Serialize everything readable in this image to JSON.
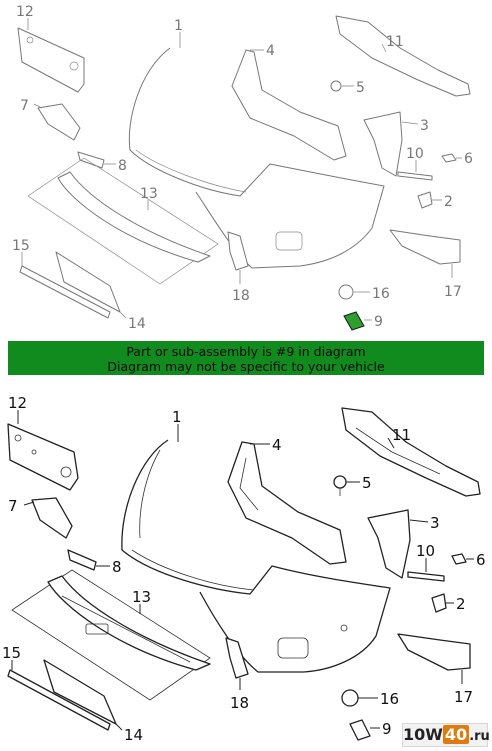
{
  "banner": {
    "line1": "Part or sub-assembly is #9 in diagram",
    "line2": "Diagram may not be specific to your vehicle"
  },
  "highlighted_part": "9",
  "highlight_color": "#2e9e2e",
  "banner_color": "#118a1e",
  "callouts": {
    "c1": "1",
    "c2": "2",
    "c3": "3",
    "c4": "4",
    "c5": "5",
    "c6": "6",
    "c7": "7",
    "c8": "8",
    "c9": "9",
    "c10": "10",
    "c11": "11",
    "c12": "12",
    "c13": "13",
    "c14": "14",
    "c15": "15",
    "c16": "16",
    "c17": "17",
    "c18": "18"
  },
  "watermark": {
    "part_a": "10W",
    "part_b": "40",
    "part_c": ".ru"
  }
}
